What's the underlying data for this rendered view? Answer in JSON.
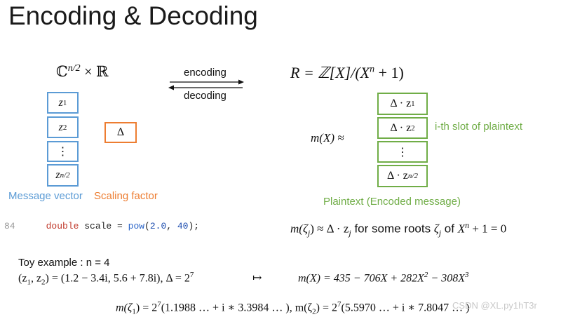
{
  "slide": {
    "title": "Encoding & Decoding"
  },
  "left": {
    "space": "ℂ^{n/2} × ℝ",
    "space_parts": {
      "C": "ℂ",
      "exp": "n/2",
      "times": " × ",
      "R": "ℝ"
    },
    "message_vector": [
      {
        "base": "z",
        "sub": "1"
      },
      {
        "base": "z",
        "sub": "2"
      },
      {
        "base": "⋮",
        "sub": ""
      },
      {
        "base": "z",
        "sub": "n/2"
      }
    ],
    "scaling_box": "Δ",
    "message_caption": "Message vector",
    "scaling_caption": "Scaling factor"
  },
  "arrows": {
    "encoding": "encoding",
    "decoding": "decoding"
  },
  "right": {
    "ring_parts": {
      "lhs": "R = ℤ[X]/(X",
      "exp": "n",
      "rhs": " + 1)"
    },
    "m_approx": "m(X) ≈",
    "plaintext_slots": [
      {
        "base": "Δ · z",
        "sub": "1"
      },
      {
        "base": "Δ · z",
        "sub": "2"
      },
      {
        "base": "⋮",
        "sub": ""
      },
      {
        "base": "Δ · z",
        "sub": "n/2"
      }
    ],
    "slot_caption": "i-th slot of plaintext",
    "plaintext_caption": "Plaintext (Encoded message)"
  },
  "code": {
    "line_number": "84",
    "type_kw": "double",
    "var_name": " scale = ",
    "func": "pow",
    "args_open": "(",
    "arg1": "2.0",
    "sep": ", ",
    "arg2": "40",
    "args_close": ");"
  },
  "roots": {
    "m_open": "m(",
    "zeta": "ζ",
    "zeta_sub": "j",
    "m_close": ") ≈ Δ · z",
    "z_sub": "j",
    "text_mid": "  for some roots ",
    "text_of": " of ",
    "X": "X",
    "X_exp": "n",
    "tail": " + 1 = 0"
  },
  "toy": {
    "title": "Toy example :  n = 4",
    "input_lhs": "(z",
    "input_sub1": "1",
    "input_mid": ", z",
    "input_sub2": "2",
    "input_rhs": ") = (1.2 − 3.4i, 5.6 + 7.8i),   Δ = 2",
    "delta_exp": "7",
    "mapsto": "↦",
    "poly_main": "m(X) = 435 − 706X + 282X",
    "poly_exp2": "2",
    "poly_mid": " − 308X",
    "poly_exp3": "3",
    "eval1_lhs": "m(ζ",
    "eval1_sub": "1",
    "eval1_mid": ") = 2",
    "eval1_exp": "7",
    "eval1_rhs": "(1.1988 … + i ∗ 3.3984 … ),   m(ζ",
    "eval2_sub": "2",
    "eval2_mid": ") = 2",
    "eval2_exp": "7",
    "eval2_rhs": "(5.5970 … + i ∗ 7.8047 … )"
  },
  "watermark": "CSDN @XL.py1hT3r",
  "colors": {
    "blue": "#5b9bd5",
    "orange": "#ed7d31",
    "green": "#70ad47"
  }
}
